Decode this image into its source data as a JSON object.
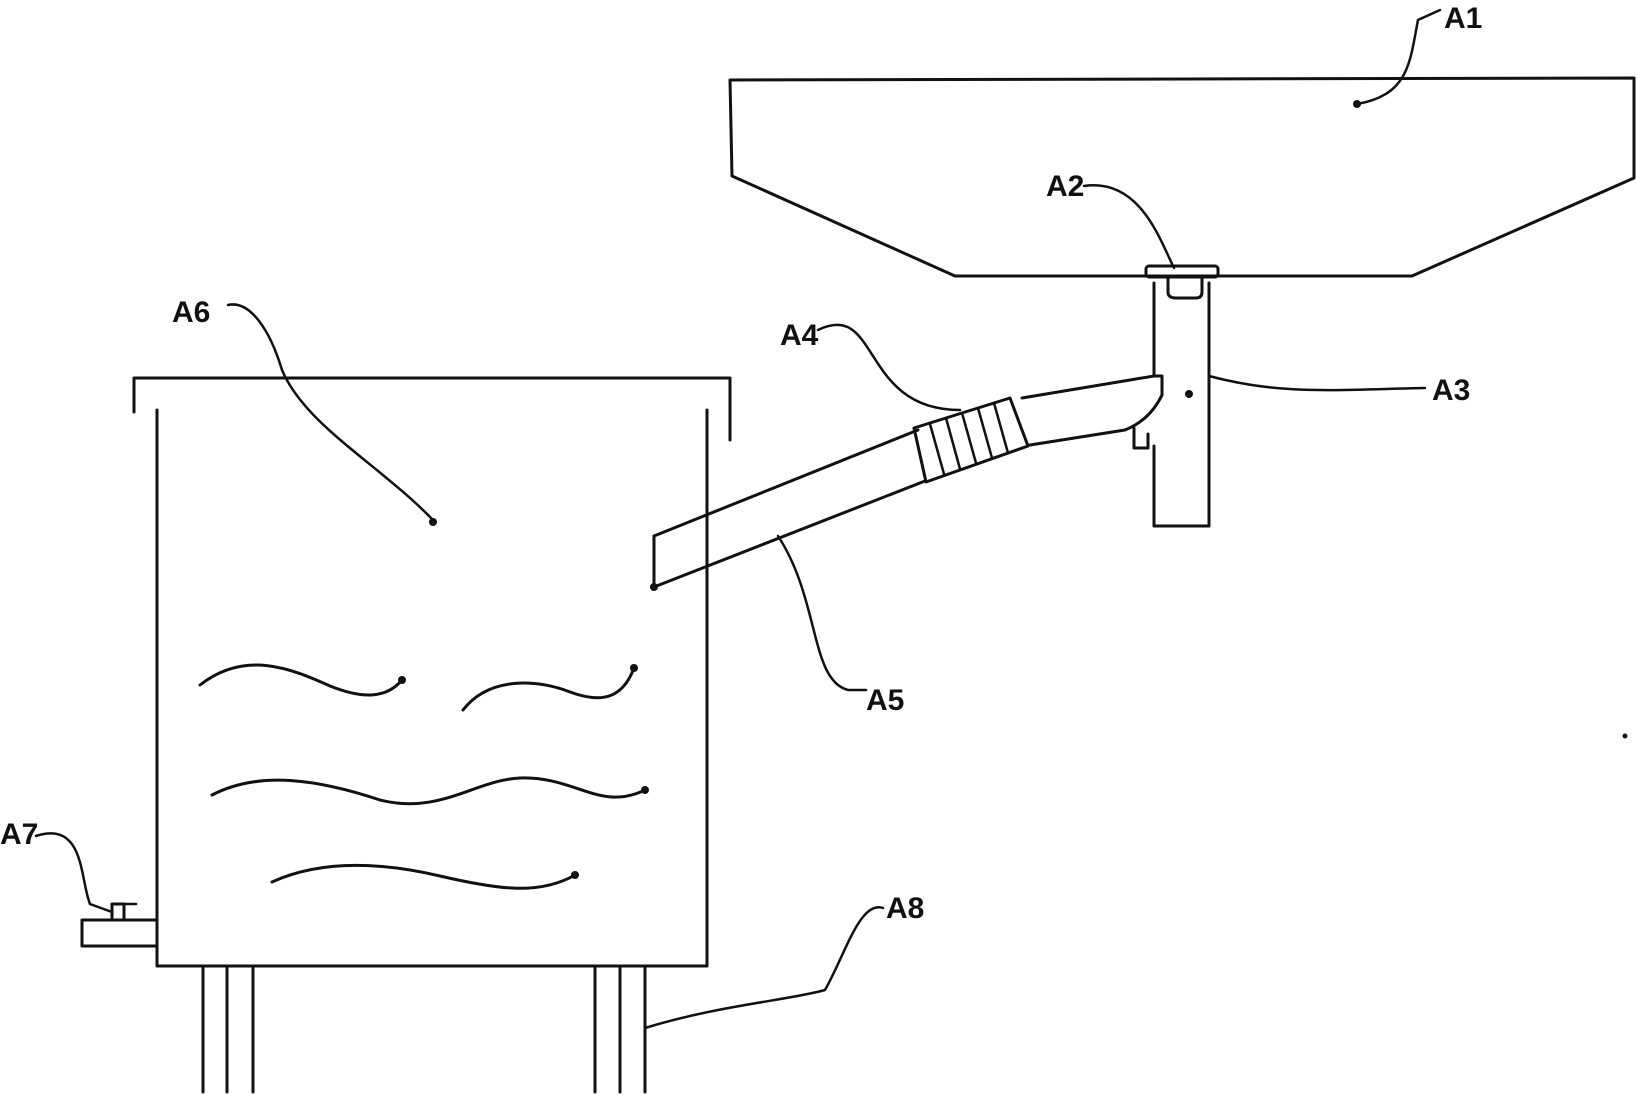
{
  "labels": {
    "a1": "A1",
    "a2": "A2",
    "a3": "A3",
    "a4": "A4",
    "a5": "A5",
    "a6": "A6",
    "a7": "A7",
    "a8": "A8"
  },
  "colors": {
    "line": "#111111",
    "background": "#ffffff"
  }
}
